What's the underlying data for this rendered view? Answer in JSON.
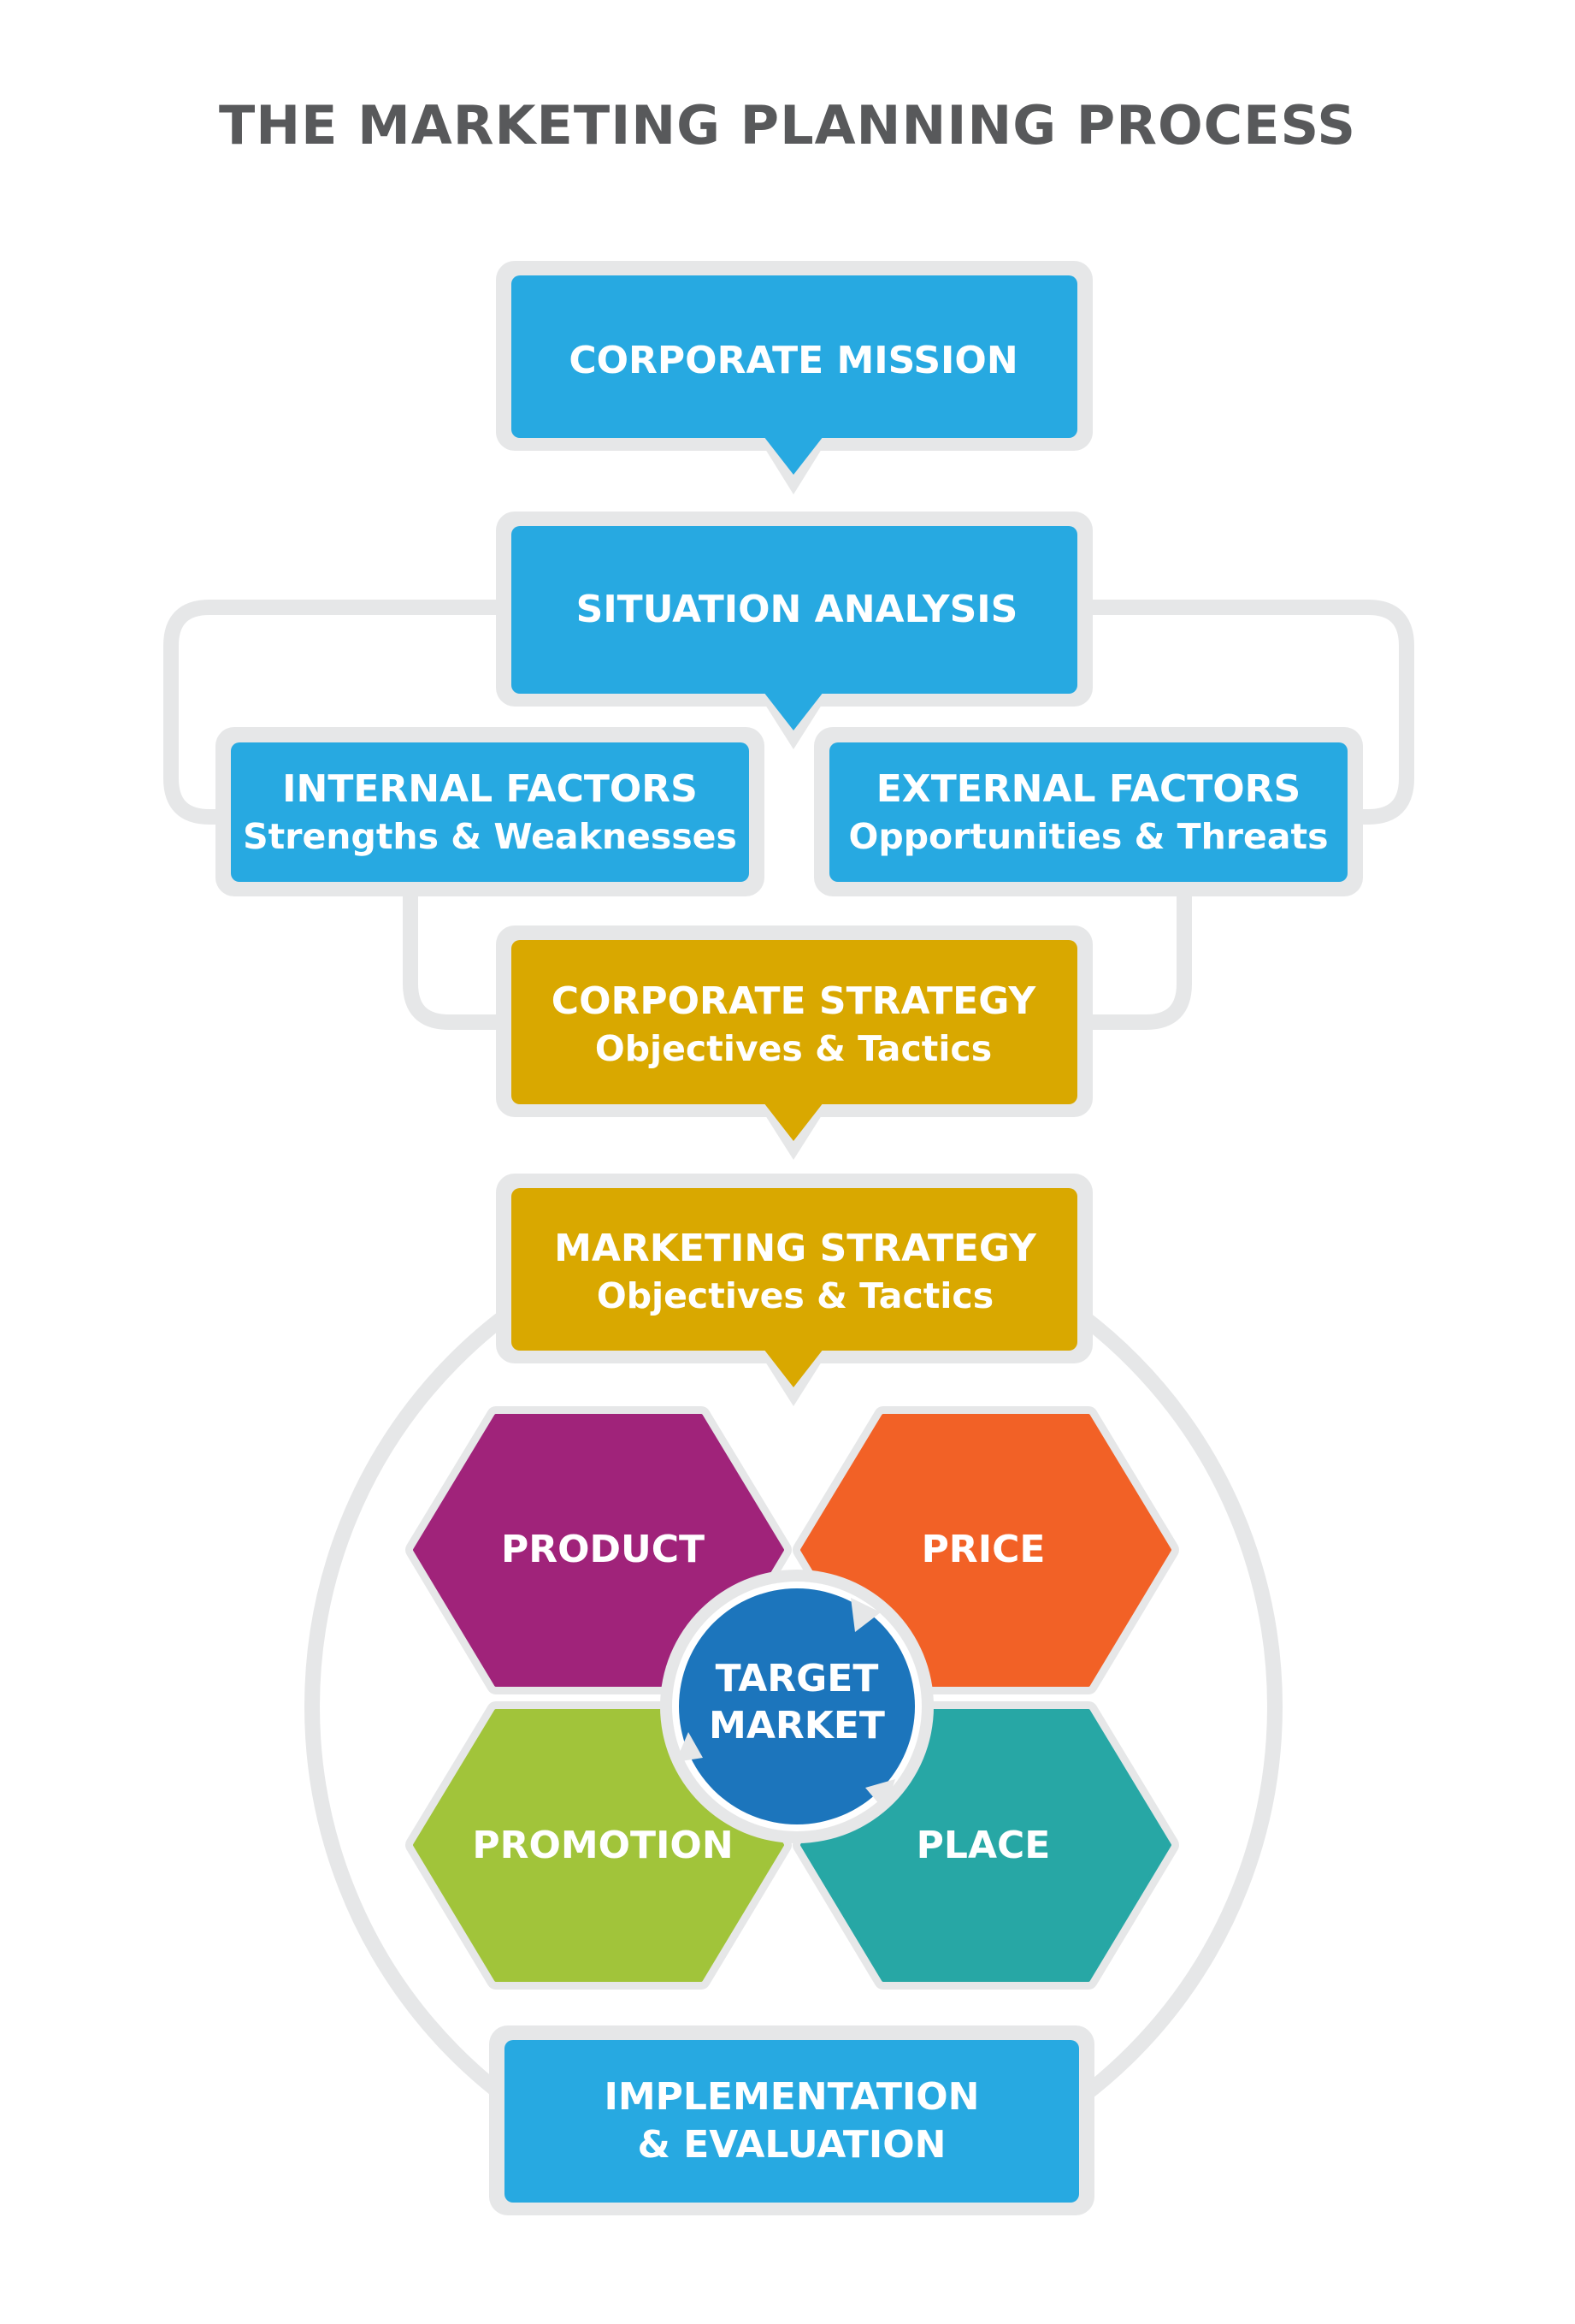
{
  "title": "THE MARKETING PLANNING PROCESS",
  "colors": {
    "blue": "#27a9e1",
    "gold": "#d9a800",
    "connector": "#e6e7e8",
    "title": "#58595b",
    "product": "#a0237a",
    "price": "#f26126",
    "promotion": "#a1c43a",
    "place": "#27a7a5",
    "target_market": "#1c75bc"
  },
  "boxes": {
    "corporate_mission": {
      "line1": "CORPORATE MISSION"
    },
    "situation_analysis": {
      "line1": "SITUATION ANALYSIS"
    },
    "internal_factors": {
      "line1": "INTERNAL FACTORS",
      "line2": "Strengths & Weaknesses"
    },
    "external_factors": {
      "line1": "EXTERNAL FACTORS",
      "line2": "Opportunities & Threats"
    },
    "corporate_strategy": {
      "line1": "CORPORATE STRATEGY",
      "line2": "Objectives & Tactics"
    },
    "marketing_strategy": {
      "line1": "MARKETING STRATEGY",
      "line2": "Objectives & Tactics"
    },
    "implementation": {
      "line1": "IMPLEMENTATION",
      "line2": "& EVALUATION"
    }
  },
  "marketing_mix": {
    "product": "PRODUCT",
    "price": "PRICE",
    "promotion": "PROMOTION",
    "place": "PLACE",
    "target_market": {
      "line1": "TARGET",
      "line2": "MARKET"
    }
  }
}
